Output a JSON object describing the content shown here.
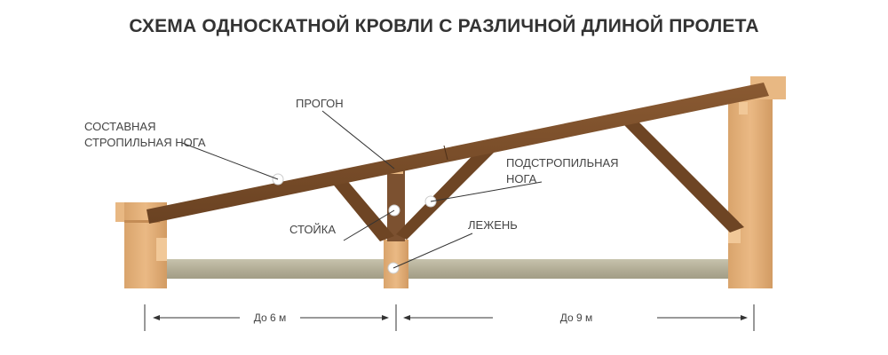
{
  "title": "СХЕМА ОДНОСКАТНОЙ КРОВЛИ С РАЗЛИЧНОЙ ДЛИНОЙ ПРОЛЕТА",
  "labels": {
    "rafter_line1": "СОСТАВНАЯ",
    "rafter_line2": "СТРОПИЛЬНАЯ НОГА",
    "purlin": "ПРОГОН",
    "strut_line1": "ПОДСТРОПИЛЬНАЯ",
    "strut_line2": "НОГА",
    "post": "СТОЙКА",
    "sill": "ЛЕЖЕНЬ"
  },
  "dimensions": {
    "left_span": "До 6 м",
    "right_span": "До 9 м"
  },
  "colors": {
    "rafter": "#7a4e2a",
    "rafter_dark": "#5e3a1d",
    "post": "#8a5a30",
    "wall": "#e4b27c",
    "wall_shade": "#c9935c",
    "slab": "#b9b49f",
    "text": "#444444"
  }
}
